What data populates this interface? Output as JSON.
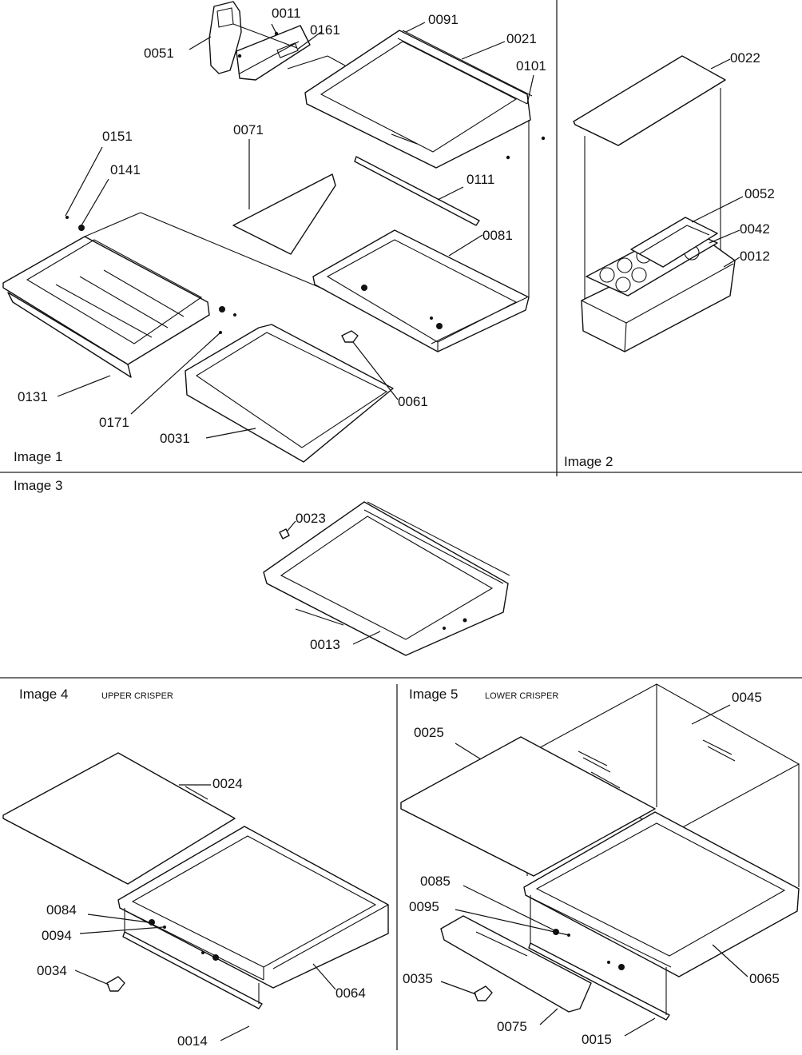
{
  "panels": {
    "image1": {
      "title": "Image 1"
    },
    "image2": {
      "title": "Image 2"
    },
    "image3": {
      "title": "Image 3"
    },
    "image4": {
      "title": "Image 4",
      "subtitle": "UPPER CRISPER"
    },
    "image5": {
      "title": "Image 5",
      "subtitle": "LOWER CRISPER"
    }
  },
  "parts": {
    "image1": [
      "0051",
      "0011",
      "0161",
      "0091",
      "0021",
      "0101",
      "0071",
      "0111",
      "0081",
      "0151",
      "0141",
      "0131",
      "0171",
      "0031",
      "0061"
    ],
    "image2": [
      "0022",
      "0052",
      "0042",
      "0012"
    ],
    "image3": [
      "0023",
      "0013"
    ],
    "image4": [
      "0024",
      "0084",
      "0094",
      "0034",
      "0064",
      "0014"
    ],
    "image5": [
      "0025",
      "0045",
      "0085",
      "0095",
      "0035",
      "0075",
      "0015",
      "0065"
    ]
  }
}
